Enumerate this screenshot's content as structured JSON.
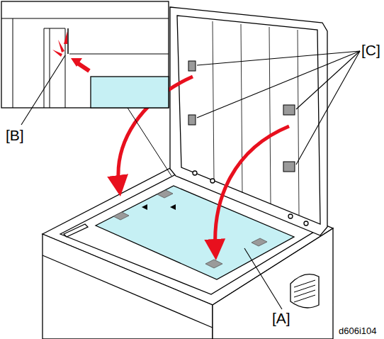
{
  "diagram": {
    "labels": [
      "[C]",
      "[B]",
      "[A]",
      "d606i104"
    ]
  }
}
